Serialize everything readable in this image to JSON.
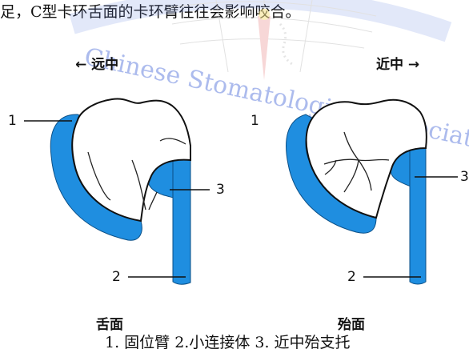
{
  "caption_top": "足，C型卡环舌面的卡环臂往往会影响咬合。",
  "watermark": {
    "text": "Chinese Stomatological Association",
    "color": "#8a9fe6"
  },
  "figure": {
    "left_direction": "← 远中",
    "right_direction": "近中 →",
    "left_view_label": "舌面",
    "right_view_label": "殆面",
    "callouts_left": [
      "1",
      "3",
      "2"
    ],
    "callouts_right": [
      "1",
      "3",
      "2"
    ],
    "clasp_color": "#1f8ee0"
  },
  "legend": "1. 固位臂  2.小连接体  3. 近中殆支托"
}
